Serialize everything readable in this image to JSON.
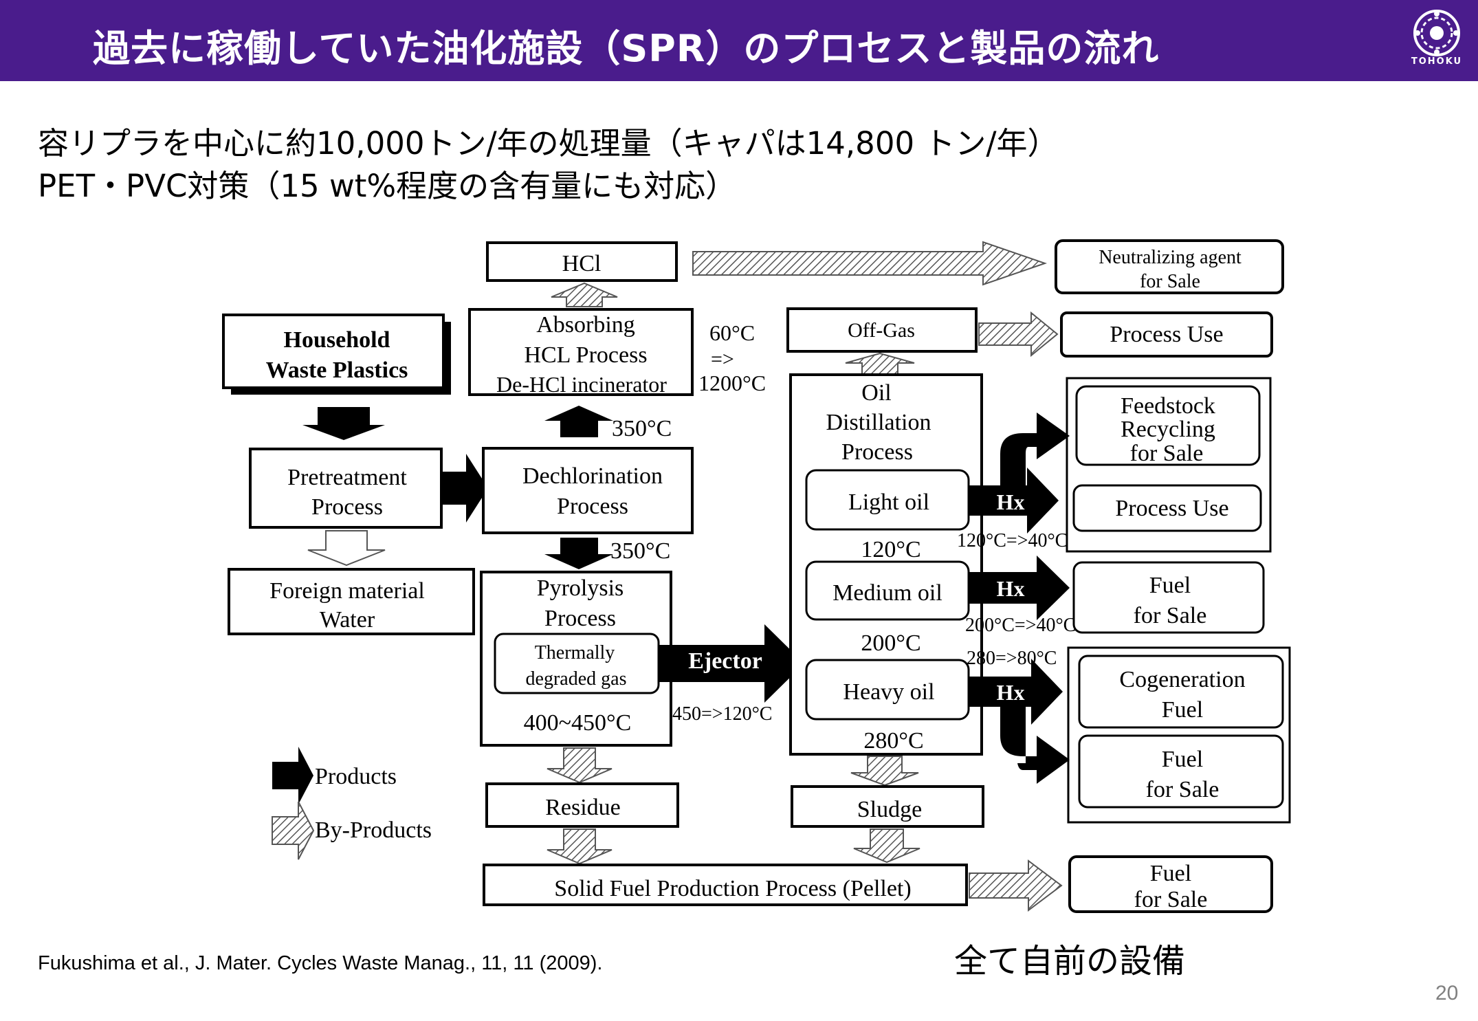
{
  "header": {
    "title": "過去に稼働していた油化施設（SPR）のプロセスと製品の流れ",
    "logo_text": "TOHOKU"
  },
  "subtitle": {
    "line1": "容リプラを中心に約10,000トン/年の処理量（キャパは14,800 トン/年）",
    "line2": "PET・PVC対策（15 wt%程度の含有量にも対応）"
  },
  "diagram": {
    "household": [
      "Household",
      "Waste Plastics"
    ],
    "pretreatment": [
      "Pretreatment",
      "Process"
    ],
    "foreign": [
      "Foreign material",
      "Water"
    ],
    "dechlorination": [
      "Dechlorination",
      "Process"
    ],
    "absorbing": [
      "Absorbing",
      "HCL  Process",
      "De-HCl incinerator"
    ],
    "hcl": "HCl",
    "neutralizing": [
      "Neutralizing  agent",
      "for Sale"
    ],
    "temp_absorb": [
      "60°C",
      "=>",
      "1200°C"
    ],
    "temp_350a": "350°C",
    "temp_350b": "350°C",
    "pyrolysis": [
      "Pyrolysis",
      "Process"
    ],
    "thermal": [
      "Thermally",
      "degraded   gas"
    ],
    "temp_pyro": "400~450°C",
    "ejector": "Ejector",
    "temp_ejector": "450=>120°C",
    "offgas": "Off-Gas",
    "process_use_top": "Process Use",
    "oil_distillation": [
      "Oil",
      "Distillation",
      "Process"
    ],
    "light_oil": "Light oil",
    "medium_oil": "Medium oil",
    "heavy_oil": "Heavy oil",
    "temp_120": "120°C",
    "temp_200": "200°C",
    "temp_280": "280°C",
    "hx": "Hx",
    "hx_light_temp": "120°C=>40°C",
    "hx_medium_temp": "200°C=>40°C",
    "hx_heavy_temp": "280=>80°C",
    "feedstock": [
      "Feedstock",
      "Recycling",
      "for Sale"
    ],
    "process_use_mid": "Process Use",
    "fuel_sale_1": [
      "Fuel",
      "for Sale"
    ],
    "cogeneration": [
      "Cogeneration",
      "Fuel"
    ],
    "fuel_sale_2": [
      "Fuel",
      "for Sale"
    ],
    "residue": "Residue",
    "sludge": "Sludge",
    "solid_fuel": "Solid Fuel Production Process (Pellet)",
    "fuel_sale_3": [
      "Fuel",
      "for Sale"
    ],
    "legend_products": "Products",
    "legend_byproducts": "By-Products"
  },
  "citation": "Fukushima et al., J. Mater. Cycles Waste Manag., 11, 11 (2009).",
  "note": "全て自前の設備",
  "page_number": "20"
}
